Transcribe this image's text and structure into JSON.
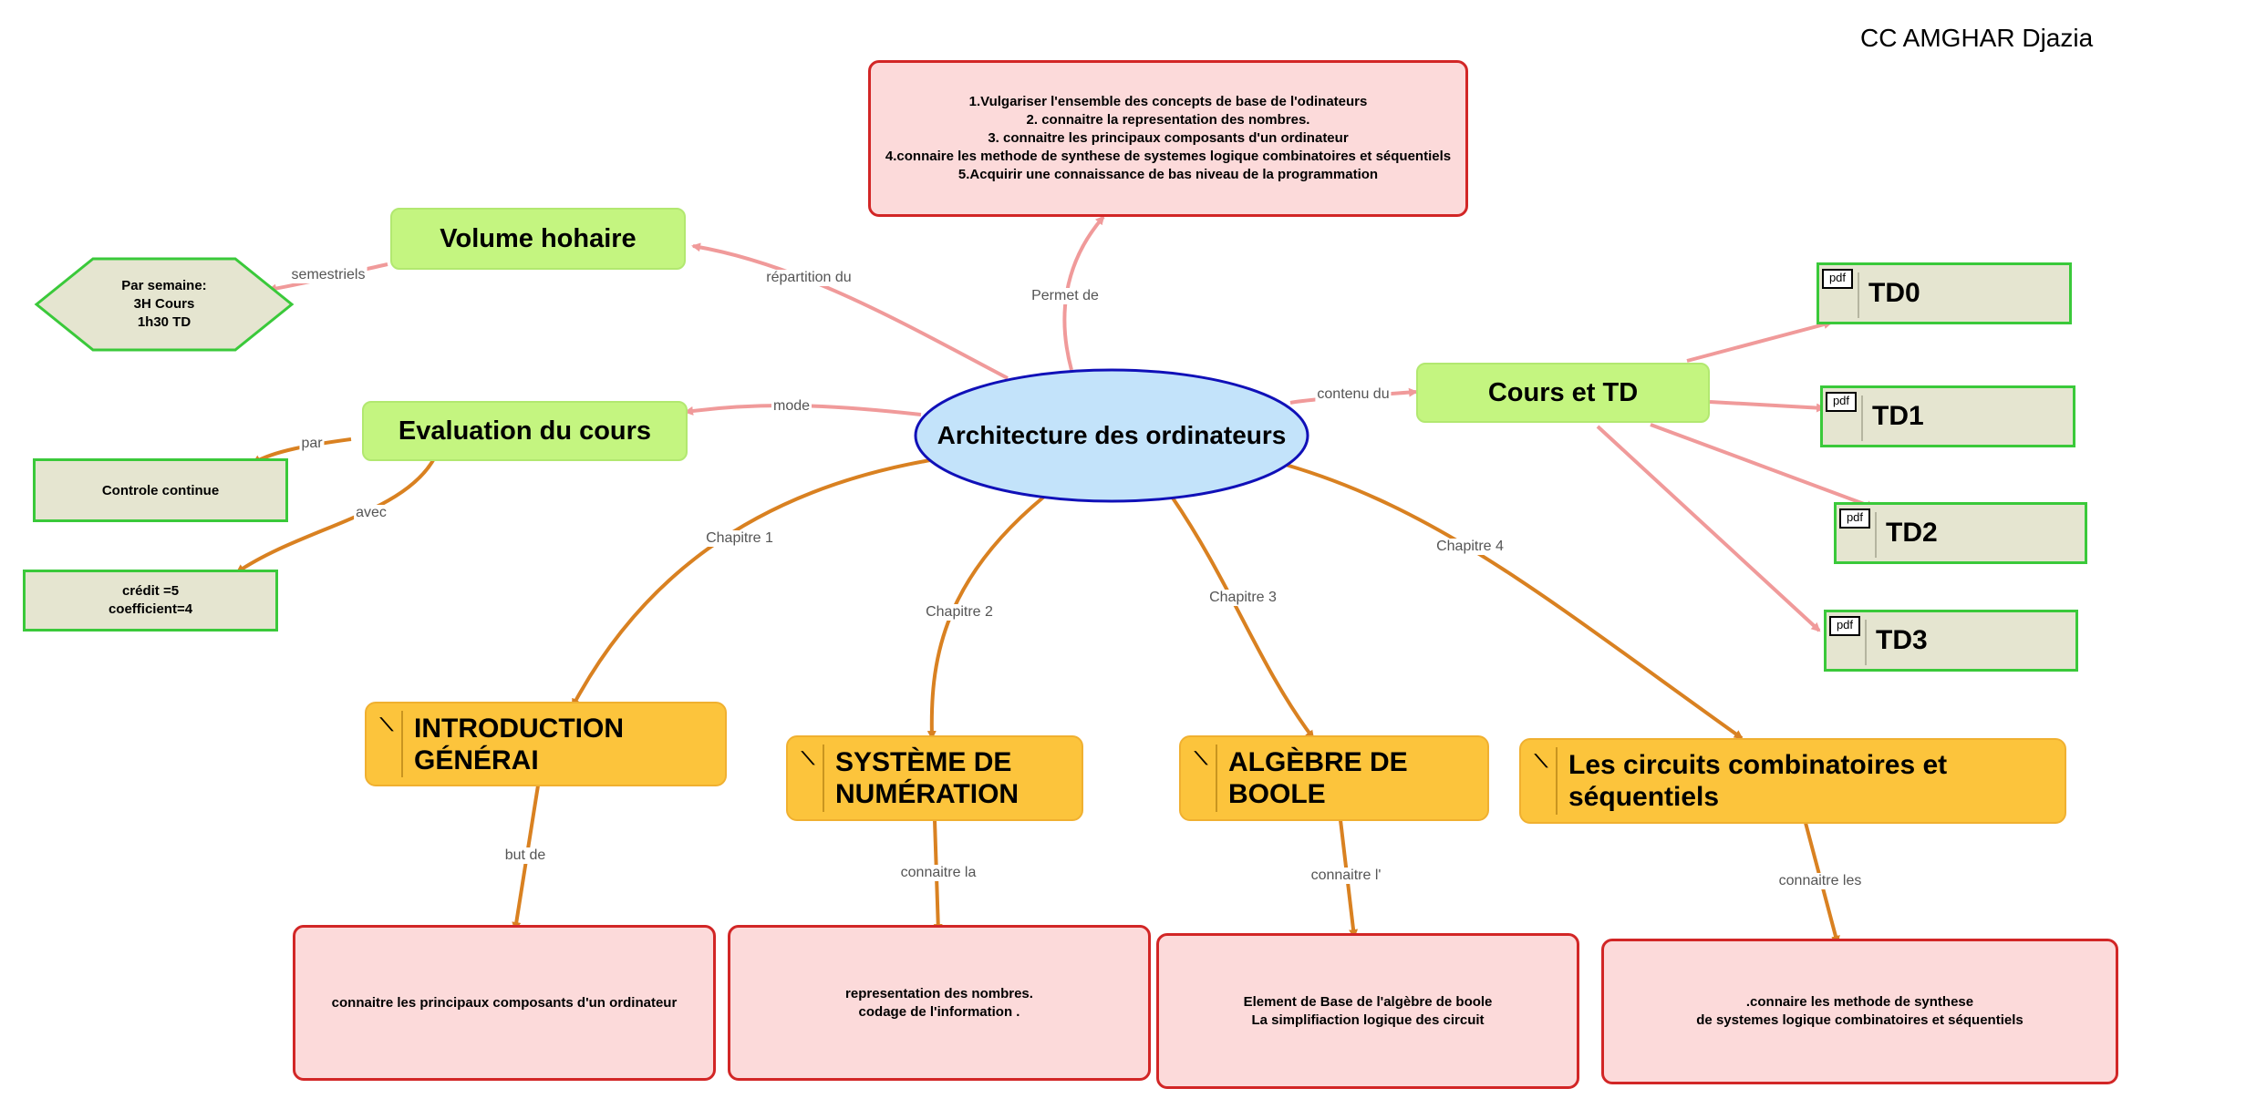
{
  "author": "CC AMGHAR Djazia",
  "center": "Architecture des ordinateurs",
  "objectives": "1.Vulgariser l'ensemble des concepts de base de l'odinateurs\n2. connaitre la representation des nombres.\n3. connaitre les principaux composants d'un ordinateur\n4.connaire les methode de synthese de systemes logique combinatoires et séquentiels\n5.Acquirir une connaissance de bas niveau de la programmation",
  "volume": {
    "title": "Volume hohaire",
    "detail": "Par semaine:\n3H Cours\n1h30  TD"
  },
  "evaluation": {
    "title": "Evaluation du cours",
    "type": "Controle continue",
    "credits": "crédit =5\ncoefficient=4"
  },
  "cours_td": {
    "title": "Cours et TD",
    "pdf_icon": "pdf",
    "items": [
      "TD0",
      "TD1",
      "TD2",
      "TD3"
    ]
  },
  "chapters": [
    {
      "title": "INTRODUCTION GÉNÉRAI",
      "detail": "connaitre les principaux composants d'un ordinateur"
    },
    {
      "title": "SYSTÈME DE\nNUMÉRATION",
      "detail": "representation des nombres.\ncodage de l'information ."
    },
    {
      "title": "ALGÈBRE DE BOOLE",
      "detail": "Element de Base de l'algèbre de boole\nLa simplifiaction logique des circuit"
    },
    {
      "title": "Les circuits combinatoires et séquentiels",
      "detail": ".connaire les methode de synthese\nde systemes logique combinatoires et séquentiels"
    }
  ],
  "chapter_icon": "hourglass-icon",
  "links": {
    "permet": "Permet de",
    "repartition": "répartition du",
    "semestriels": "semestriels",
    "mode": "mode",
    "par": "par",
    "avec": "avec",
    "contenu": "contenu du",
    "ch1": "Chapitre 1",
    "ch2": "Chapitre 2",
    "ch3": "Chapitre 3",
    "ch4": "Chapitre 4",
    "but": "but de",
    "connaitre_la": "connaitre la",
    "connaitre_l": "connaitre l'",
    "connaitre_les": "connaitre les"
  },
  "colors": {
    "pink_link": "#f09a9a",
    "orange_link": "#d98121",
    "center_fill": "#c3e3fa",
    "center_border": "#1010b8"
  }
}
